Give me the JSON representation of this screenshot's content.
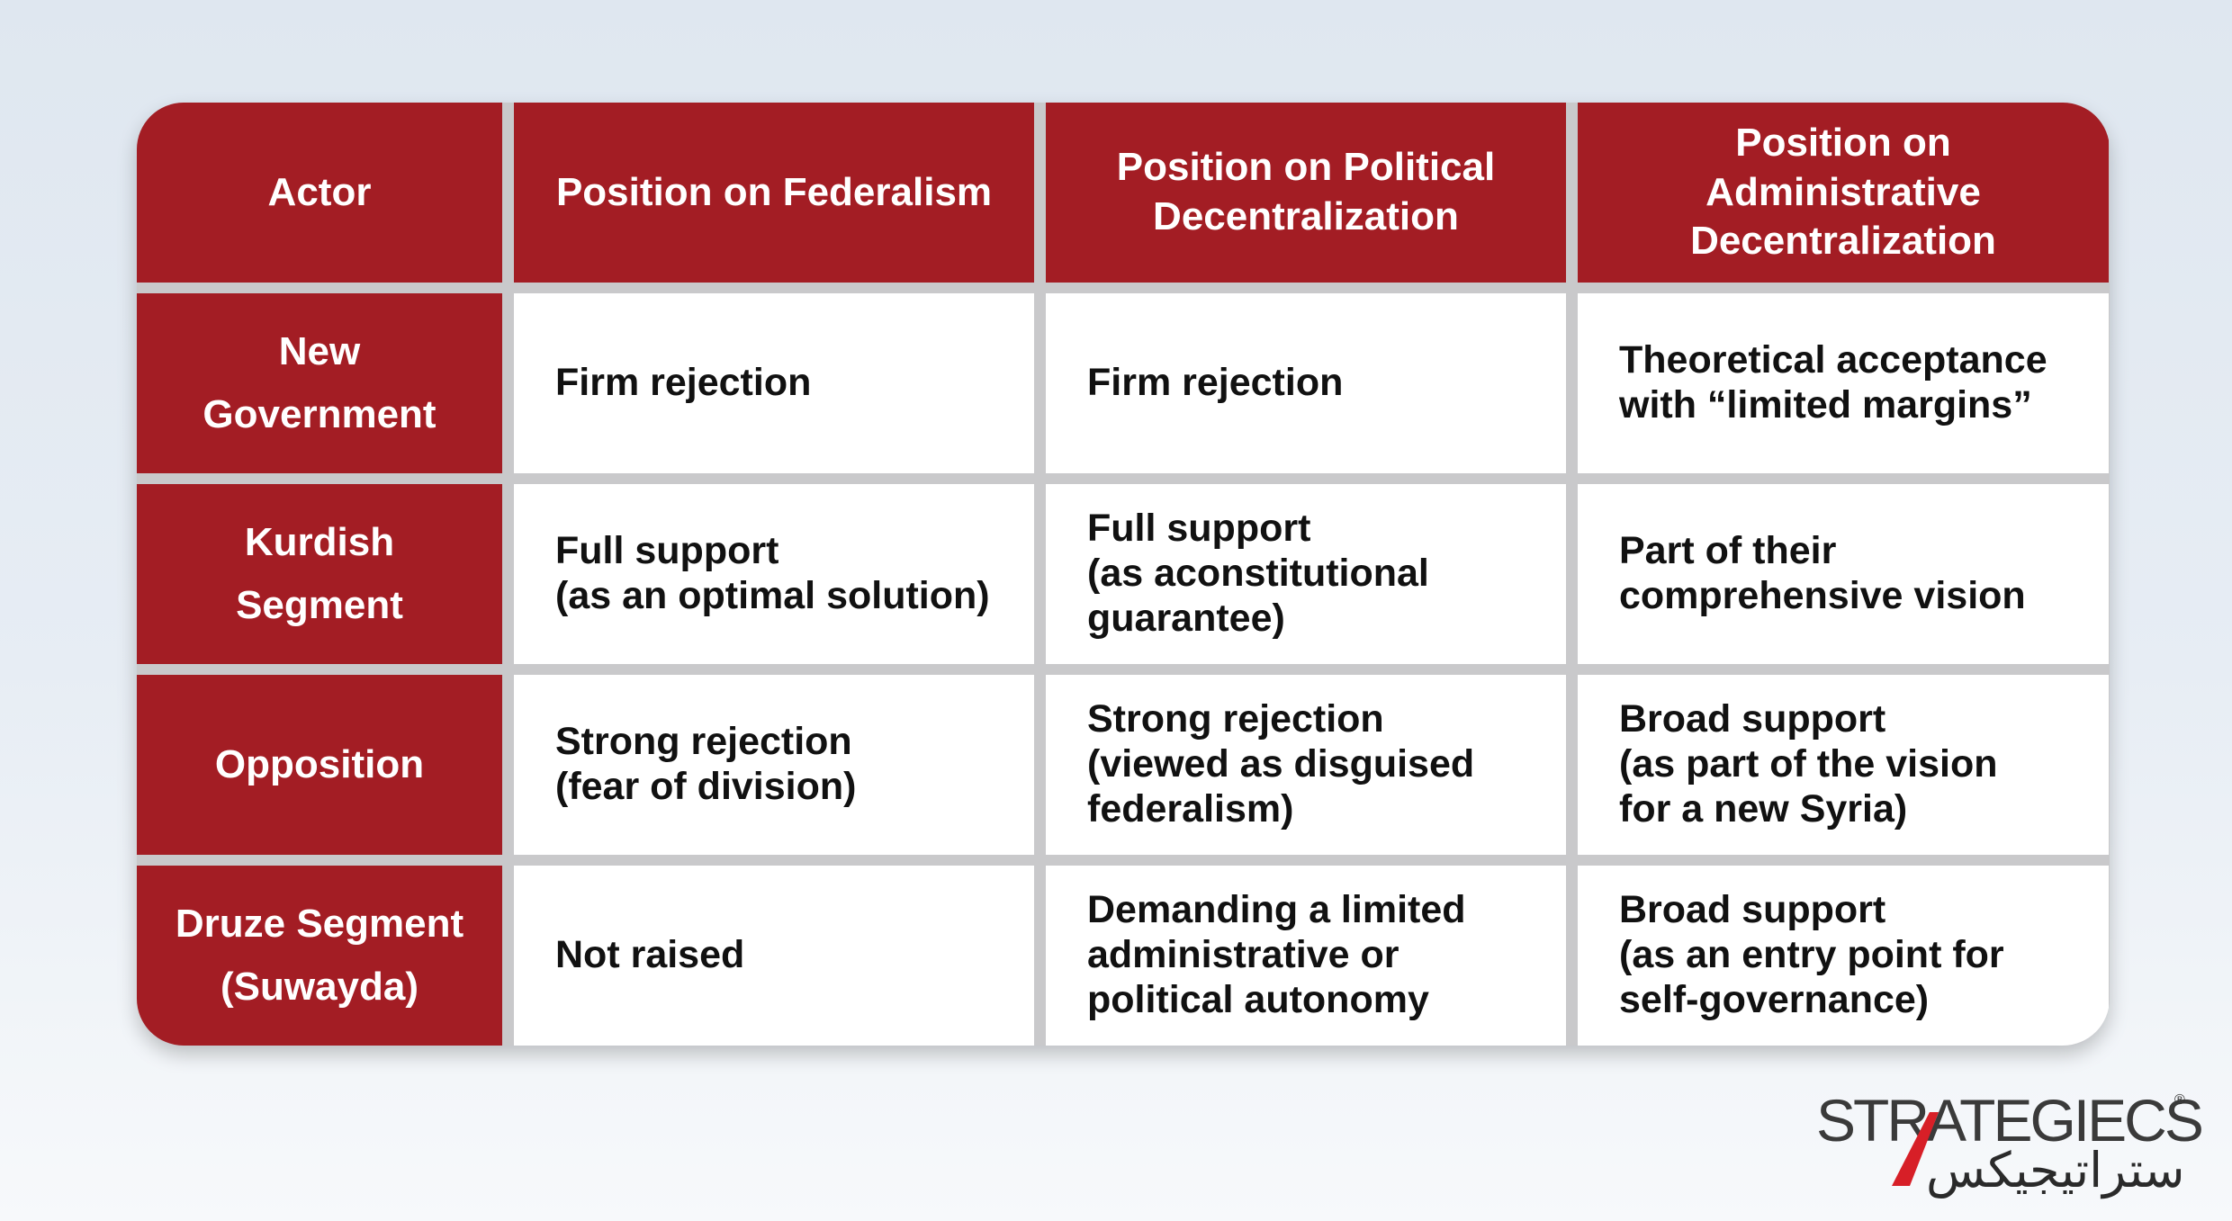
{
  "table": {
    "headers": [
      "Actor",
      "Position on Federalism",
      "Position on Political\nDecentralization",
      "Position on\nAdministrative\nDecentralization"
    ],
    "rows": [
      {
        "actor": "New\nGovernment",
        "federalism": "Firm rejection",
        "political": "Firm rejection",
        "administrative": "Theoretical acceptance\nwith “limited margins”"
      },
      {
        "actor": "Kurdish\nSegment",
        "federalism": "Full support\n(as an optimal solution)",
        "political": "Full support\n(as aconstitutional\nguarantee)",
        "administrative": "Part of their\ncomprehensive vision"
      },
      {
        "actor": "Opposition",
        "federalism": "Strong rejection\n(fear of division)",
        "political": "Strong rejection\n(viewed as disguised\nfederalism)",
        "administrative": "Broad support\n(as part of the vision\nfor a new Syria)"
      },
      {
        "actor": "Druze Segment\n(Suwayda)",
        "federalism": "Not raised",
        "political": "Demanding a limited\nadministrative or\npolitical autonomy",
        "administrative": "Broad support\n(as an entry point for\nself-governance)"
      }
    ]
  },
  "logo": {
    "name_en": "STRATEGIECS",
    "name_ar": "ستراتيجيكس",
    "registered": "®"
  },
  "colors": {
    "accent": "#a31d24",
    "cell_bg": "#ffffff",
    "grid_line": "#c9c9cb"
  }
}
